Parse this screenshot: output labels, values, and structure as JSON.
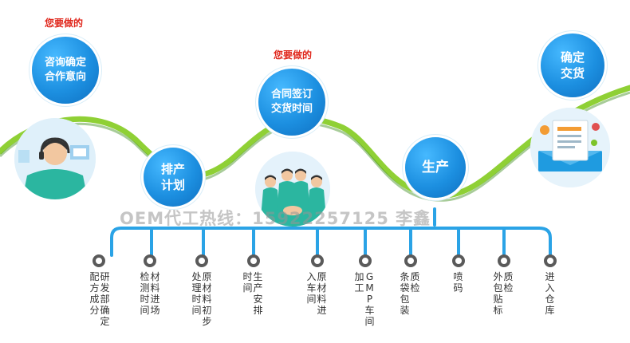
{
  "notes": [
    "您要做的",
    "您要做的"
  ],
  "milestones": [
    {
      "lines": [
        "咨询确定",
        "合作意向"
      ]
    },
    {
      "lines": [
        "排产",
        "计划"
      ]
    },
    {
      "lines": [
        "合同签订",
        "交货时间"
      ]
    },
    {
      "lines": [
        "生产"
      ]
    },
    {
      "lines": [
        "确定",
        "交货"
      ]
    }
  ],
  "hotline": "OEM代工热线：15922257125  李鑫",
  "steps": [
    {
      "cols": [
        "配方成分",
        "研发部确定"
      ]
    },
    {
      "cols": [
        "检测时间",
        "材料进场"
      ]
    },
    {
      "cols": [
        "处理时间",
        "原材料初步"
      ]
    },
    {
      "cols": [
        "时间",
        "生产安排"
      ]
    },
    {
      "cols": [
        "入车间",
        "原材料进"
      ]
    },
    {
      "cols": [
        "加工",
        "GMP车间"
      ]
    },
    {
      "cols": [
        "条袋包装",
        "质检"
      ]
    },
    {
      "cols": [
        "喷码"
      ]
    },
    {
      "cols": [
        "外包贴标",
        "质检"
      ]
    },
    {
      "cols": [
        "进入仓库"
      ]
    }
  ],
  "colors": {
    "wave": "#7cc42a",
    "wave_dark": "#3e8f1d",
    "circle": "#1c8fe0",
    "timeline": "#2aa3e6",
    "note": "#e0261b",
    "node": "#5a5a5a"
  }
}
